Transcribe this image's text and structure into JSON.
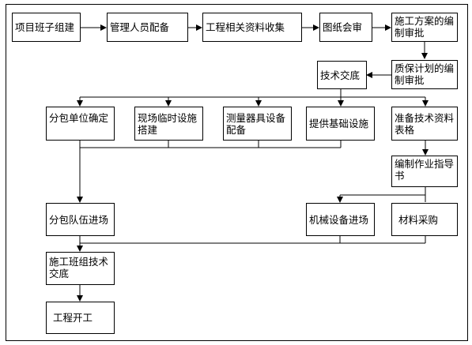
{
  "diagram": {
    "type": "flowchart",
    "nodes": {
      "team_setup": "项目班子组建",
      "staffing": "管理人员配备",
      "info_collection": "工程相关资料收集",
      "drawing_review": "图纸会审",
      "construction_plan": "施工方案的编制审批",
      "tech_briefing": "技术交底",
      "quality_plan": "质保计划的编制审批",
      "subcontractor_selection": "分包单位确定",
      "temp_facilities": "现场临时设施搭建",
      "measuring_tools": "测量器具设备配备",
      "infrastructure": "提供基础设施",
      "tech_forms": "准备技术资料表格",
      "work_guide": "编制作业指导书",
      "subcontractor_entry": "分包队伍进场",
      "machinery_entry": "机械设备进场",
      "material_purchase": "材料采购",
      "team_briefing": "施工班组技术交底",
      "project_start": "工程开工"
    },
    "edges": [
      [
        "team_setup",
        "staffing"
      ],
      [
        "staffing",
        "info_collection"
      ],
      [
        "info_collection",
        "drawing_review"
      ],
      [
        "drawing_review",
        "construction_plan"
      ],
      [
        "construction_plan",
        "quality_plan"
      ],
      [
        "quality_plan",
        "tech_briefing"
      ],
      [
        "tech_briefing",
        "subcontractor_selection"
      ],
      [
        "tech_briefing",
        "temp_facilities"
      ],
      [
        "tech_briefing",
        "measuring_tools"
      ],
      [
        "tech_briefing",
        "infrastructure"
      ],
      [
        "tech_briefing",
        "tech_forms"
      ],
      [
        "subcontractor_selection",
        "subcontractor_entry"
      ],
      [
        "tech_forms",
        "work_guide"
      ],
      [
        "work_guide",
        "machinery_entry"
      ],
      [
        "work_guide",
        "material_purchase"
      ],
      [
        "subcontractor_entry",
        "team_briefing"
      ],
      [
        "team_briefing",
        "project_start"
      ]
    ]
  }
}
